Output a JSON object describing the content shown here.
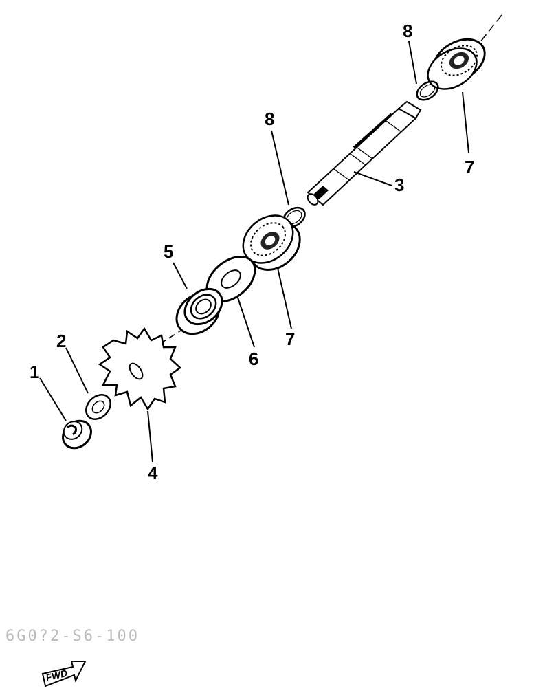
{
  "callouts": {
    "c1": "1",
    "c2": "2",
    "c3": "3",
    "c4": "4",
    "c5": "5",
    "c6": "6",
    "c7a": "7",
    "c7b": "7",
    "c8a": "8",
    "c8b": "8"
  },
  "stamp": "6G0?2-S6-100",
  "fwd_label": "FWD"
}
